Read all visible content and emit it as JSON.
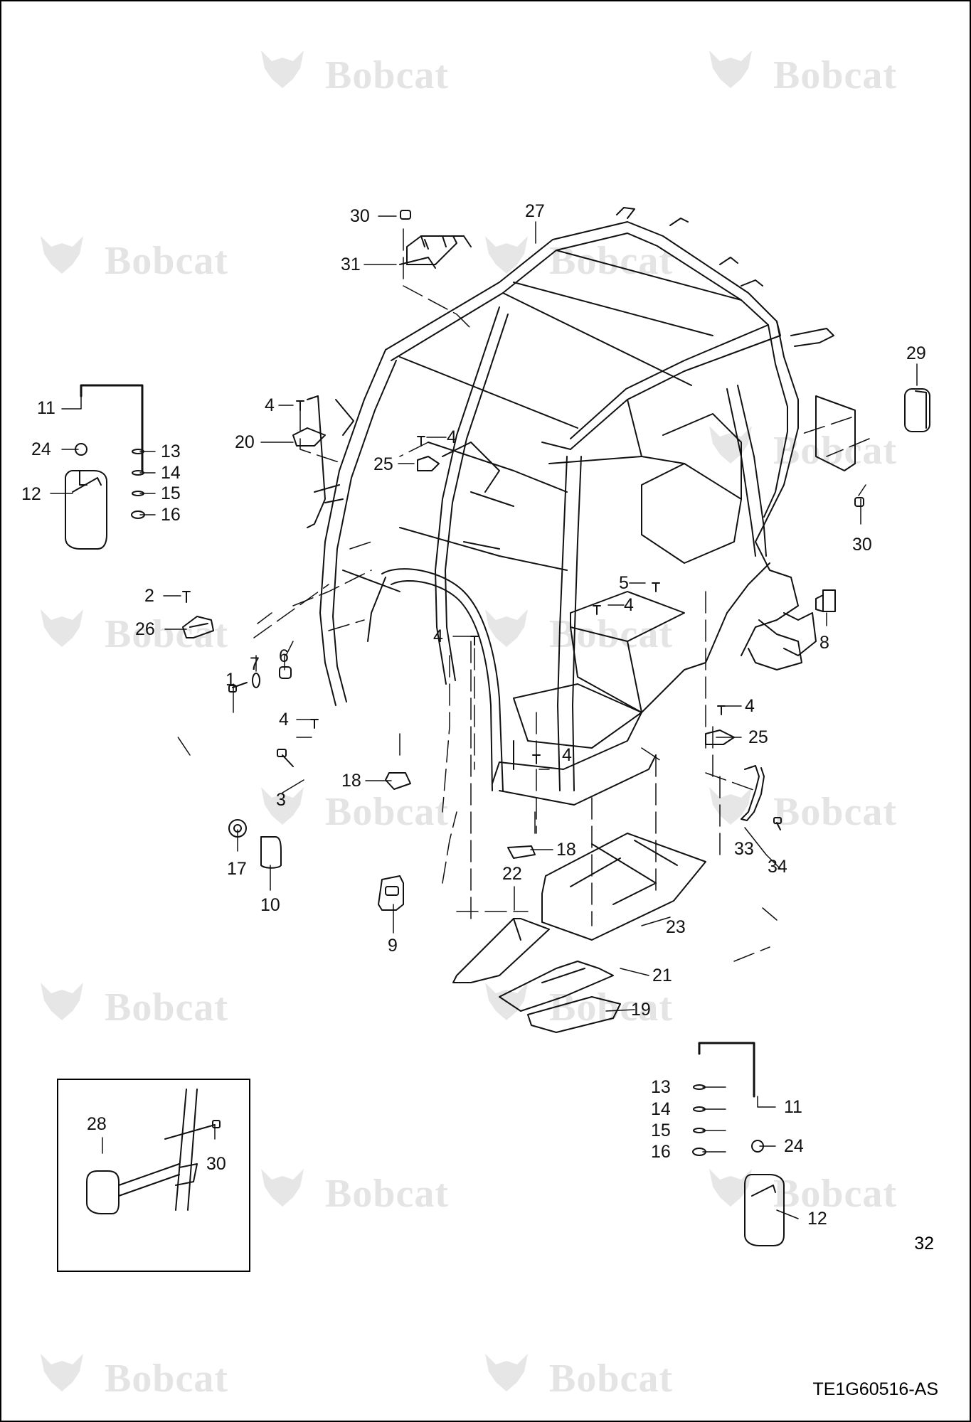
{
  "watermark": {
    "brand": "Bobcat",
    "mark": "."
  },
  "page_number": "32",
  "reference_code": "TE1G60516-AS",
  "callouts": [
    {
      "id": "c30-top",
      "label": "30"
    },
    {
      "id": "c27",
      "label": "27"
    },
    {
      "id": "c31",
      "label": "31"
    },
    {
      "id": "c29",
      "label": "29"
    },
    {
      "id": "c11-left",
      "label": "11"
    },
    {
      "id": "c24-left",
      "label": "24"
    },
    {
      "id": "c12-left",
      "label": "12"
    },
    {
      "id": "c13-left",
      "label": "13"
    },
    {
      "id": "c14-left",
      "label": "14"
    },
    {
      "id": "c15-left",
      "label": "15"
    },
    {
      "id": "c16-left",
      "label": "16"
    },
    {
      "id": "c4-a",
      "label": "4"
    },
    {
      "id": "c20",
      "label": "20"
    },
    {
      "id": "c4-b",
      "label": "4"
    },
    {
      "id": "c25-top",
      "label": "25"
    },
    {
      "id": "c30-right",
      "label": "30"
    },
    {
      "id": "c2",
      "label": "2"
    },
    {
      "id": "c26",
      "label": "26"
    },
    {
      "id": "c5",
      "label": "5"
    },
    {
      "id": "c4-c",
      "label": "4"
    },
    {
      "id": "c8",
      "label": "8"
    },
    {
      "id": "c4-d",
      "label": "4"
    },
    {
      "id": "c1",
      "label": "1"
    },
    {
      "id": "c7",
      "label": "7"
    },
    {
      "id": "c6",
      "label": "6"
    },
    {
      "id": "c4-e",
      "label": "4"
    },
    {
      "id": "c4-f",
      "label": "4"
    },
    {
      "id": "c25-bottom",
      "label": "25"
    },
    {
      "id": "c4-g",
      "label": "4"
    },
    {
      "id": "c18-left",
      "label": "18"
    },
    {
      "id": "c3",
      "label": "3"
    },
    {
      "id": "c33",
      "label": "33"
    },
    {
      "id": "c34",
      "label": "34"
    },
    {
      "id": "c17",
      "label": "17"
    },
    {
      "id": "c10",
      "label": "10"
    },
    {
      "id": "c18-right",
      "label": "18"
    },
    {
      "id": "c22",
      "label": "22"
    },
    {
      "id": "c9",
      "label": "9"
    },
    {
      "id": "c23",
      "label": "23"
    },
    {
      "id": "c21",
      "label": "21"
    },
    {
      "id": "c19",
      "label": "19"
    },
    {
      "id": "c28",
      "label": "28"
    },
    {
      "id": "c30-inset",
      "label": "30"
    },
    {
      "id": "c13-right",
      "label": "13"
    },
    {
      "id": "c14-right",
      "label": "14"
    },
    {
      "id": "c15-right",
      "label": "15"
    },
    {
      "id": "c16-right",
      "label": "16"
    },
    {
      "id": "c11-right",
      "label": "11"
    },
    {
      "id": "c24-right",
      "label": "24"
    },
    {
      "id": "c12-right",
      "label": "12"
    }
  ]
}
